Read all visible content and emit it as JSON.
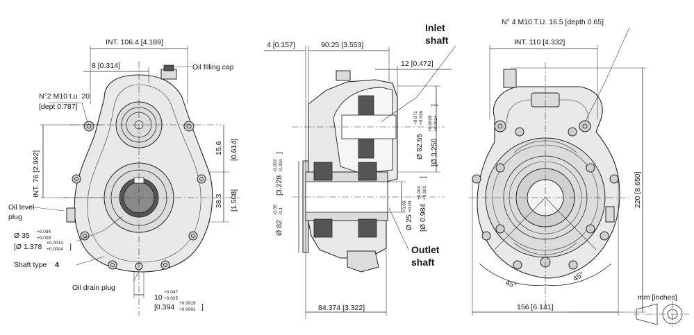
{
  "units_legend": "mm [inches]",
  "front_view": {
    "int_width": "INT. 106.4 [4.189]",
    "offset_8": "8 [0.314]",
    "oil_filling_cap": "Oil filling cap",
    "thread_line1": "N°2 M10 t.u. 20",
    "thread_line2": "[dept 0.787]",
    "int_76": "INT. 76 [2.992]",
    "dim_15_6": "15.6",
    "dim_15_6_in": "[0.614]",
    "dim_38_3": "38.3",
    "dim_38_3_in": "[1.508]",
    "oil_level_plug_1": "Oil level",
    "oil_level_plug_2": "plug",
    "dia_35": "Ø 35",
    "dia_35_tol_up": "+0.034",
    "dia_35_tol_lo": "+0.009",
    "dia_1378": "[Ø 1.378",
    "dia_1378_tol_up": "+0.0013",
    "dia_1378_tol_lo": "+0.0004",
    "dia_1378_close": "]",
    "shaft_type": "Shaft type",
    "shaft_type_num": "4",
    "oil_drain_plug": "Oil drain plug",
    "key_10": "10",
    "key_10_tol_up": "+0.047",
    "key_10_tol_lo": "+0.025",
    "key_0394": "[0.394",
    "key_0394_tol_up": "+0.0019",
    "key_0394_tol_lo": "+0.0001",
    "key_0394_close": "]"
  },
  "side_view": {
    "dim_4": "4 [0.157]",
    "dim_90_25": "90.25 [3.553]",
    "dim_12": "12 [0.472]",
    "inlet_1": "Inlet",
    "inlet_2": "shaft",
    "outlet_1": "Outlet",
    "outlet_2": "shaft",
    "dia_82_55": "Ø 82.55",
    "dia_82_55_tol_up": "+0.071",
    "dia_82_55_tol_lo": "+0.036",
    "dia_3_250": "[Ø 3.250",
    "dia_3_250_tol_up": "+0.0028",
    "dia_3_250_tol_lo": "+0.0014",
    "dia_3_250_close": "]",
    "dia_3_228": "[3.228",
    "dia_3_228_tol_up": "-0.002",
    "dia_3_228_tol_lo": "-0.004",
    "dia_3_228_close": "]",
    "dia_82": "Ø 82",
    "dia_82_tol_up": "-0.05",
    "dia_82_tol_lo": "-0.1",
    "dia_25": "Ø 25",
    "dia_25_tol_up": "+0.05",
    "dia_25_tol_lo": "+0.03",
    "dia_0_984": "[Ø 0.984",
    "dia_0_984_tol_up": "+0.002",
    "dia_0_984_tol_lo": "+0.001",
    "dia_0_984_close": "]",
    "dim_84_374": "84.374 [3.322]"
  },
  "rear_view": {
    "thread": "N° 4 M10 T.U. 16.5 [depth 0.65]",
    "int_110": "INT. 110 [4.332]",
    "dim_220": "220 [8.650]",
    "angle_left": "45°",
    "angle_right": "45°",
    "dim_156": "156 [6.141]"
  }
}
